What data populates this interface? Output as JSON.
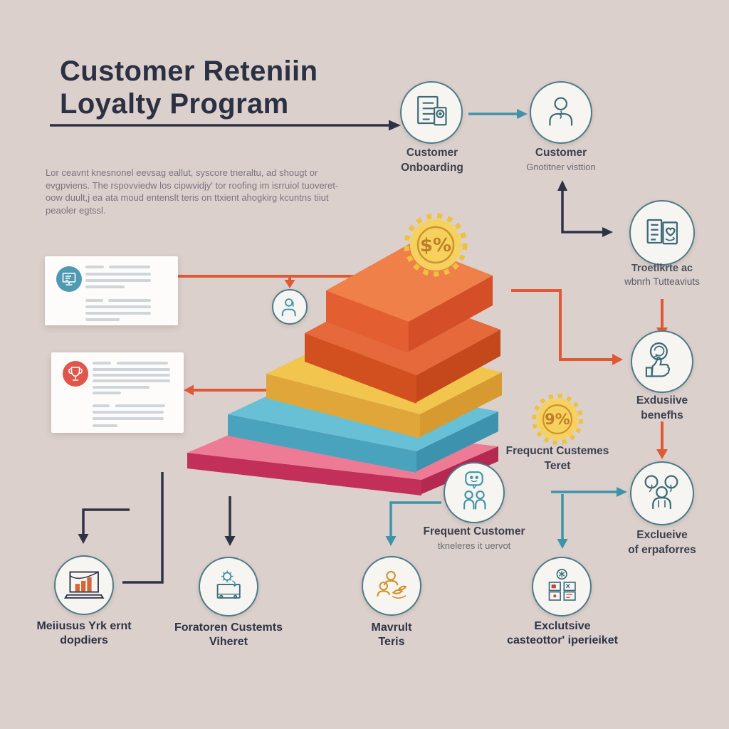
{
  "palette": {
    "background": "#dbd0cc",
    "ink": "#2b3043",
    "muted_text": "#7d7480",
    "label_text": "#3a3f4e",
    "teal": "#3f93a8",
    "orange": "#de5a36",
    "navy": "#2e3247",
    "node_border": "#4e7b88",
    "node_fill": "#f7f5f1",
    "card_fill": "#fdfcfb",
    "gold_fill": "#f6d15e",
    "gold_edge": "#eec23f",
    "gold_ring": "#cd9330",
    "gold_text": "#bf7d28"
  },
  "title": {
    "line1": "Customer Reteniin",
    "line2": "Loyalty Program"
  },
  "intro": {
    "line1": "Lor ceavnt knesnonel eevsag eallut, syscore tneraltu, ad shougt or",
    "line2": "evgpviens. The rspovviedw los cipwvidjy' tor roofing im isrruiol tuoveret-",
    "line3": "oow duult,j ea ata moud entenslt teris on ttxient ahogkirg kcuntns tiiut",
    "line4": "peaoler egtssl."
  },
  "top_flow": {
    "onboarding": {
      "line1": "Customer",
      "line2": "Onboarding"
    },
    "customer": {
      "line1": "Customer",
      "line2": "Gnotitner visttion"
    }
  },
  "right_flow": {
    "tracking": {
      "line1": "Troetlkrte ac",
      "line2": "wbnrh Tutteaviuts"
    },
    "benefits": {
      "line1": "Exdusiive",
      "line2": "benefhs"
    },
    "explorers": {
      "line1": "Exclueive",
      "line2": "of erpaforres"
    }
  },
  "center": {
    "top_badge": "$%",
    "tier_badge": "9%",
    "tier_label": {
      "line1": "Frequcnt Custemes",
      "line2": "Teret"
    },
    "frequent_customer": {
      "line1": "Frequent Customer",
      "line2": "tkneleres it uervot"
    }
  },
  "bottom_row": [
    {
      "line1": "Meiiusus Yrk ernt",
      "line2": "dopdiers"
    },
    {
      "line1": "Foratoren Custemts",
      "line2": "Viheret"
    },
    {
      "line1": "Mavrult",
      "line2": "Teris"
    },
    {
      "line1": "Exclutsive",
      "line2": "casteottor' iperieiket"
    }
  ],
  "pyramid": {
    "tiers": [
      {
        "name": "base",
        "top": "#ee7b95",
        "left": "#c22f58",
        "right": "#b52950"
      },
      {
        "name": "tier-4",
        "top": "#67c0d6",
        "left": "#4aa3bd",
        "right": "#3d93ad"
      },
      {
        "name": "tier-3",
        "top": "#f2c54e",
        "left": "#e0a63a",
        "right": "#d79a30"
      },
      {
        "name": "tier-2",
        "top": "#e5693a",
        "left": "#d2501f",
        "right": "#c4481c"
      },
      {
        "name": "tier-1",
        "top": "#ef8049",
        "left": "#e35f31",
        "right": "#d44f27"
      }
    ]
  }
}
